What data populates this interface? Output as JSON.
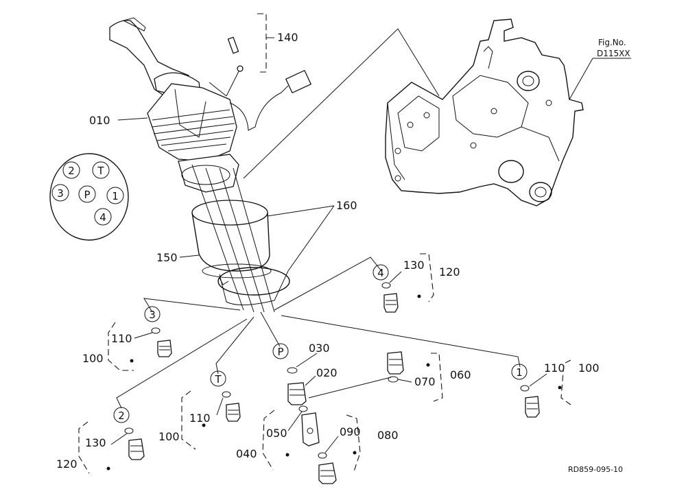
{
  "callouts": {
    "c140": "140",
    "c010": "010",
    "c160": "160",
    "c150": "150",
    "c130a": "130",
    "c120a": "120",
    "c110a": "110",
    "c100a": "100",
    "c030": "030",
    "c020": "020",
    "c060": "060",
    "c070": "070",
    "c110b": "110",
    "c100b": "100",
    "c110c": "110",
    "c100c": "100",
    "c050": "050",
    "c090": "090",
    "c080": "080",
    "c040": "040",
    "c130b": "130",
    "c120b": "120"
  },
  "port_legend": {
    "p2": "2",
    "pT": "T",
    "p3": "3",
    "pP": "P",
    "p1": "1",
    "p4": "4"
  },
  "port_tags": {
    "t3": "3",
    "t4": "4",
    "tP": "P",
    "tT": "T",
    "t1": "1",
    "t2": "2"
  },
  "figure_ref": {
    "line1": "Fig.No.",
    "line2": "D115XX"
  },
  "drawing_code": "RD859-095-10"
}
